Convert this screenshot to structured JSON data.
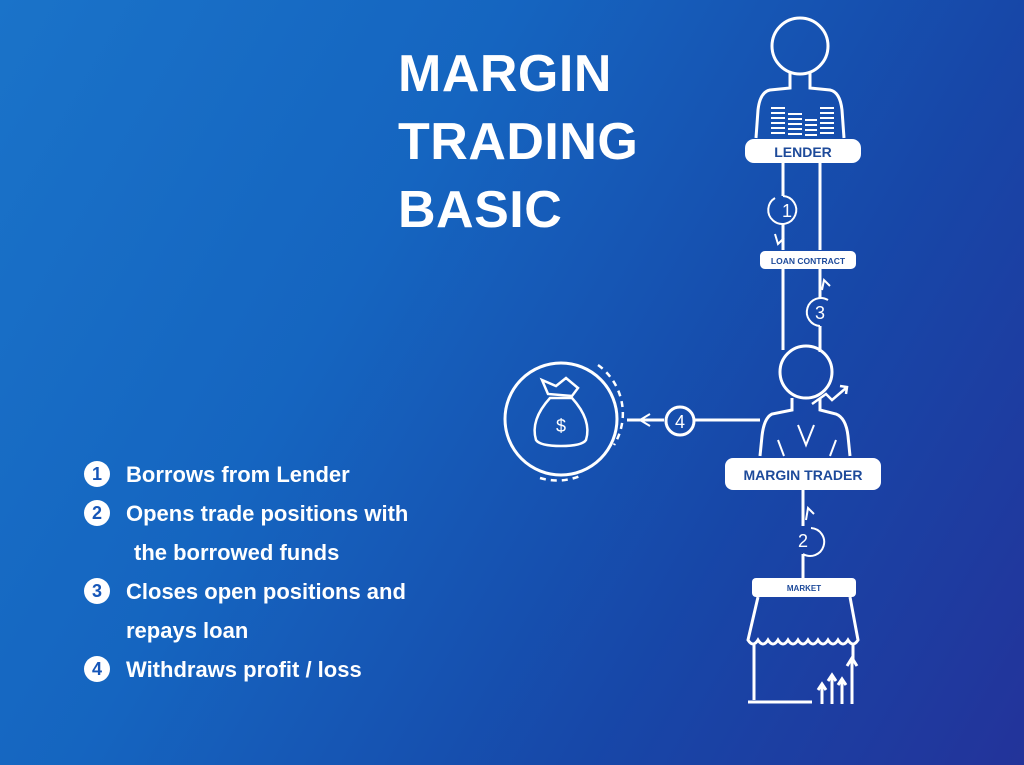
{
  "title": {
    "line1": "MARGIN",
    "line2": "TRADING",
    "line3": "BASIC"
  },
  "diagram": {
    "lender": "LENDER",
    "loan_contract": "LOAN CONTRACT",
    "margin_trader": "MARGIN TRADER",
    "market": "MARKET",
    "steps": [
      "1",
      "2",
      "3",
      "4"
    ],
    "money_symbol": "$"
  },
  "legend": [
    {
      "num": "1",
      "text": "Borrows from Lender"
    },
    {
      "num": "2",
      "text": "Opens trade positions with",
      "cont": "the borrowed funds"
    },
    {
      "num": "3",
      "text": "Closes open positions and",
      "cont": "repays loan"
    },
    {
      "num": "4",
      "text": "Withdraws profit / loss"
    }
  ]
}
